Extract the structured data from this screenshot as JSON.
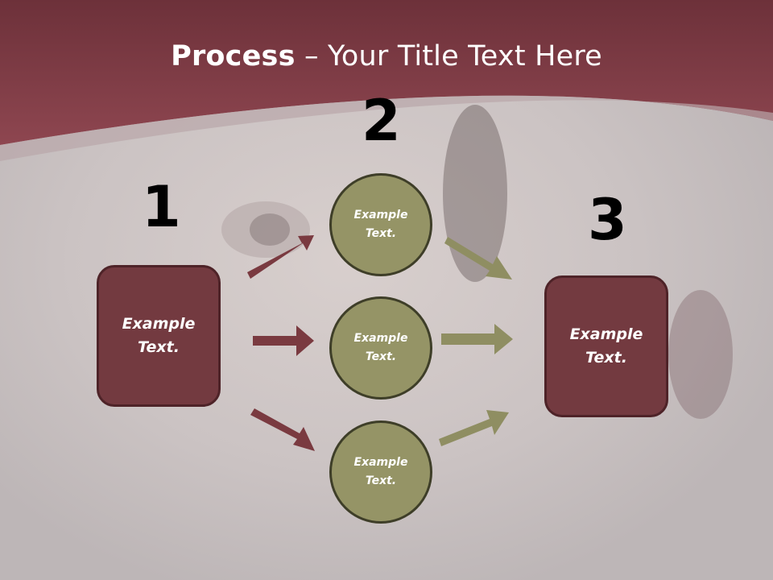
{
  "title": {
    "bold": "Process",
    "rest": " – Your Title Text Here"
  },
  "steps": [
    "1",
    "2",
    "3"
  ],
  "left_box": {
    "text": "Example\nText."
  },
  "right_box": {
    "text": "Example\nText."
  },
  "circles": [
    {
      "text": "Example\nText."
    },
    {
      "text": "Example\nText."
    },
    {
      "text": "Example\nText."
    }
  ],
  "colors": {
    "header": "#7d3b44",
    "box": "#733a40",
    "circle": "#959466",
    "arrow_left": "#7a3a40",
    "arrow_right": "#8f8e62"
  }
}
